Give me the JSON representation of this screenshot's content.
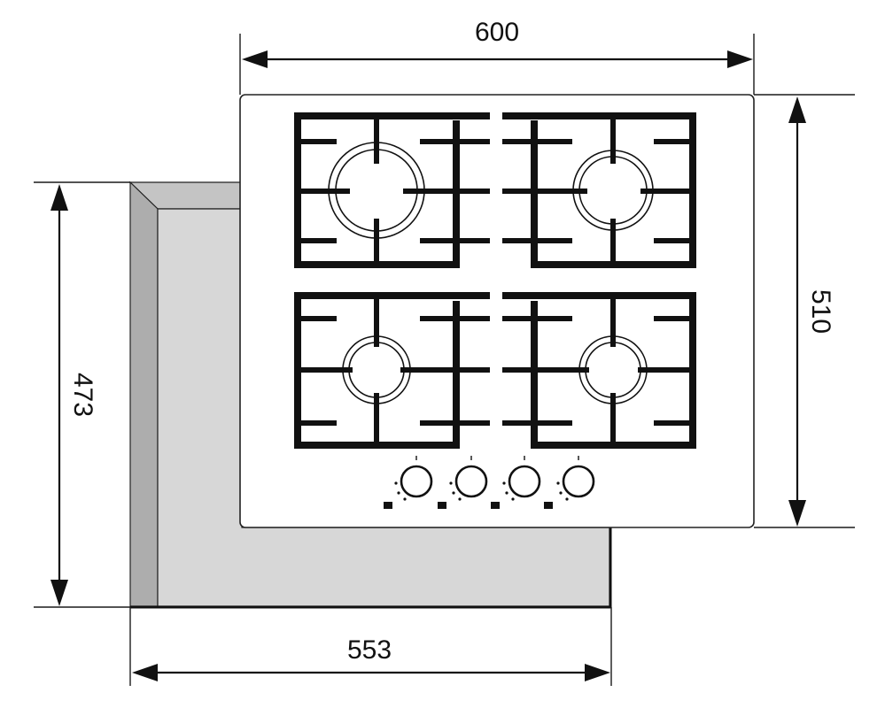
{
  "dimensions": {
    "top_width": "600",
    "right_height": "510",
    "left_height": "473",
    "bottom_width": "553"
  },
  "burners": [
    {
      "position": "top-left",
      "size": "large"
    },
    {
      "position": "top-right",
      "size": "large"
    },
    {
      "position": "bottom-left",
      "size": "small"
    },
    {
      "position": "bottom-right",
      "size": "small"
    }
  ],
  "knob_count": 4,
  "colors": {
    "line": "#111111",
    "cutout_front": "#d7d7d7",
    "cutout_side": "#adadad",
    "cutout_top": "#c4c4c4",
    "hob_panel": "#ffffff"
  }
}
